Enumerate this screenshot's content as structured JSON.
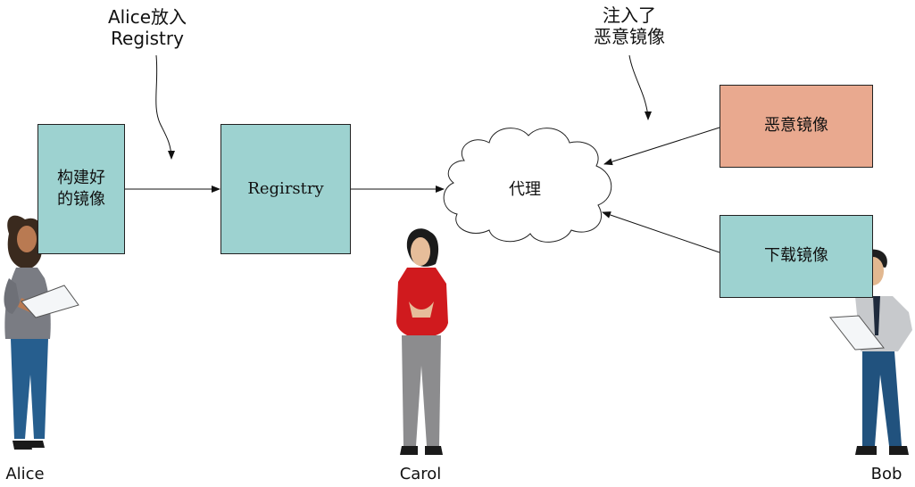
{
  "annotations": {
    "alice_push": {
      "line1": "Alice放入",
      "line2": "Registry"
    },
    "injected": {
      "line1": "注入了",
      "line2": "恶意镜像"
    }
  },
  "boxes": {
    "built_image": {
      "line1": "构建好",
      "line2": "的镜像"
    },
    "registry": "Regirstry",
    "malicious_image": "恶意镜像",
    "download_image": "下载镜像"
  },
  "proxy_label": "代理",
  "people": {
    "alice": "Alice",
    "carol": "Carol",
    "bob": "Bob"
  },
  "colors": {
    "box_teal": "#9dd2d0",
    "box_malicious": "#e9a98f"
  }
}
